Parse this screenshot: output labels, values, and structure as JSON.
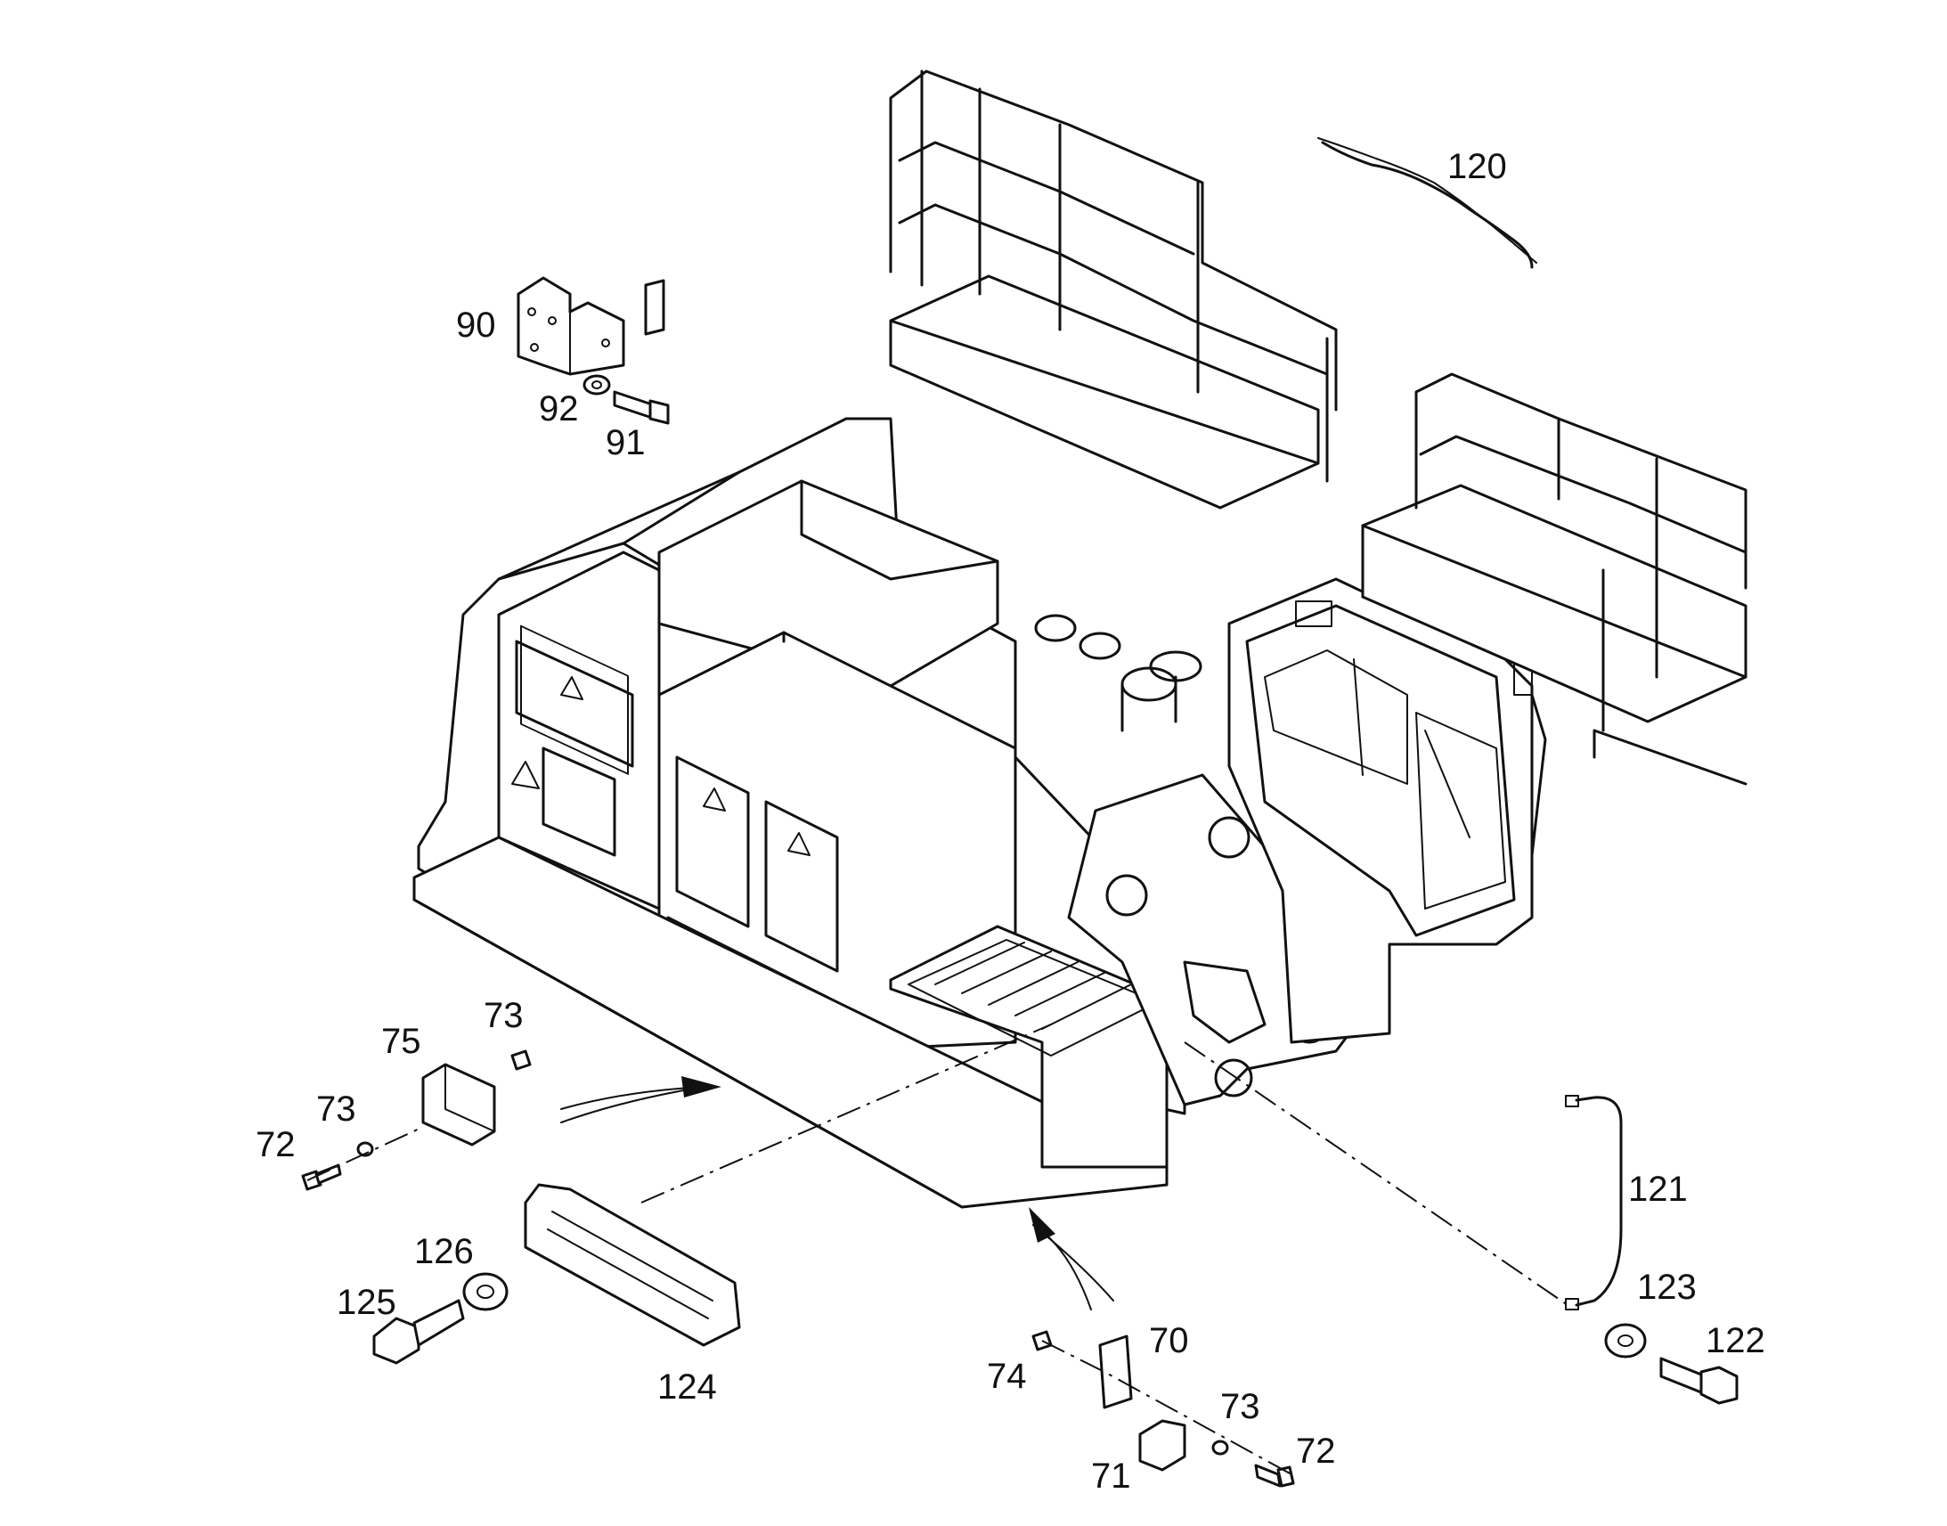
{
  "labels": {
    "p120": "120",
    "p90": "90",
    "p92": "92",
    "p91": "91",
    "p75": "75",
    "p73a": "73",
    "p73b": "73",
    "p72a": "72",
    "p126": "126",
    "p125": "125",
    "p124": "124",
    "p121": "121",
    "p123": "123",
    "p122": "122",
    "p70": "70",
    "p74": "74",
    "p73c": "73",
    "p72b": "72",
    "p71": "71"
  }
}
